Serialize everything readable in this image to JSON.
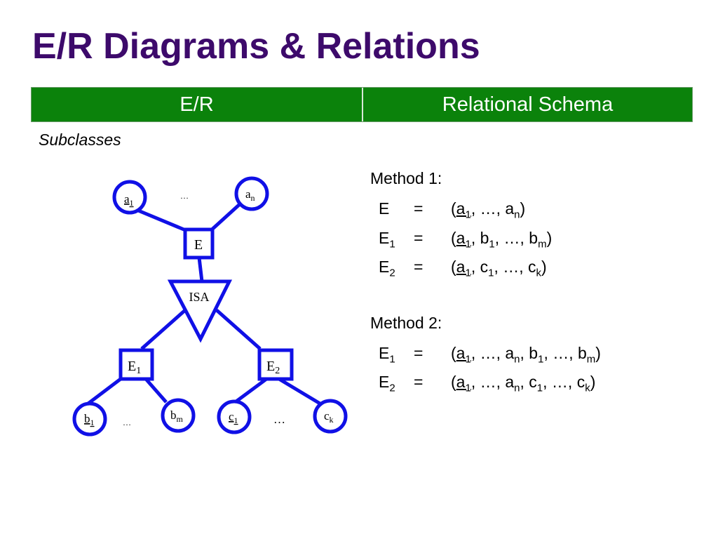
{
  "title": "E/R Diagrams & Relations",
  "header": {
    "left": "E/R",
    "right": "Relational Schema"
  },
  "subtitle": "Subclasses",
  "diagram": {
    "attr_a1": {
      "base": "a",
      "sub": "1"
    },
    "attr_an": {
      "base": "a",
      "sub": "n"
    },
    "ellipsis_a": "…",
    "entity_E": "E",
    "isa_label": "ISA",
    "entity_E1": {
      "base": "E",
      "sub": "1"
    },
    "entity_E2": {
      "base": "E",
      "sub": "2"
    },
    "attr_b1": {
      "base": "b",
      "sub": "1"
    },
    "attr_bm": {
      "base": "b",
      "sub": "m"
    },
    "ellipsis_b": "…",
    "attr_c1": {
      "base": "c",
      "sub": "1"
    },
    "attr_ck": {
      "base": "c",
      "sub": "k"
    },
    "ellipsis_c": "…",
    "stroke_color": "#1010e6"
  },
  "method1": {
    "heading": "Method 1:",
    "rows": [
      {
        "name": "E",
        "name_sub": "",
        "eq": "=",
        "attrs": "(a1, …, an)"
      },
      {
        "name": "E",
        "name_sub": "1",
        "eq": "=",
        "attrs": "(a1, b1, …, bm)"
      },
      {
        "name": "E",
        "name_sub": "2",
        "eq": "=",
        "attrs": "(a1, c1, …, ck)"
      }
    ]
  },
  "method2": {
    "heading": "Method 2:",
    "rows": [
      {
        "name": "E",
        "name_sub": "1",
        "eq": "=",
        "attrs": "(a1, …, an, b1, …, bm)"
      },
      {
        "name": "E",
        "name_sub": "2",
        "eq": "=",
        "attrs": "(a1, …, an, c1, …, ck)"
      }
    ]
  },
  "colors": {
    "title": "#3d0a6b",
    "header_bg": "#0b820b",
    "diagram_blue": "#1010e6"
  }
}
